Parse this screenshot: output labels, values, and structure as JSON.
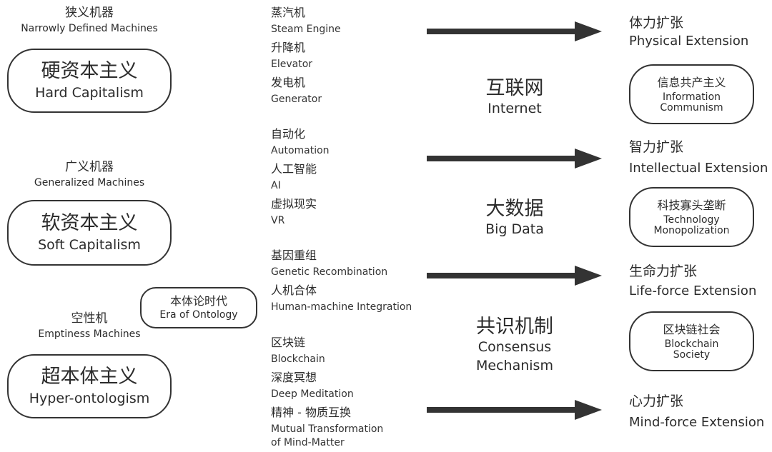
{
  "left": {
    "narrow": {
      "zh": "狭义机器",
      "en": "Narrowly Defined Machines",
      "pill_zh": "硬资本主义",
      "pill_en": "Hard Capitalism"
    },
    "general": {
      "zh": "广义机器",
      "en": "Generalized Machines",
      "pill_zh": "软资本主义",
      "pill_en": "Soft Capitalism"
    },
    "emptiness": {
      "zh": "空性机",
      "en": "Emptiness Machines",
      "pill_zh": "超本体主义",
      "pill_en": "Hyper-ontologism"
    },
    "era": {
      "zh": "本体论时代",
      "en": "Era of Ontology"
    }
  },
  "tech": [
    {
      "zh": "蒸汽机",
      "en": "Steam Engine"
    },
    {
      "zh": "升降机",
      "en": "Elevator"
    },
    {
      "zh": "发电机",
      "en": "Generator"
    },
    {
      "zh": "自动化",
      "en": "Automation"
    },
    {
      "zh": "人工智能",
      "en": "AI"
    },
    {
      "zh": "虚拟现实",
      "en": "VR"
    },
    {
      "zh": "基因重组",
      "en": "Genetic Recombination"
    },
    {
      "zh": "人机合体",
      "en": "Human-machine Integration"
    },
    {
      "zh": "区块链",
      "en": "Blockchain"
    },
    {
      "zh": "深度冥想",
      "en": "Deep Meditation"
    },
    {
      "zh": "精神 - 物质互换",
      "en1": "Mutual Transformation",
      "en2": "of Mind-Matter"
    }
  ],
  "middle": [
    {
      "zh": "互联网",
      "en": "Internet"
    },
    {
      "zh": "大数据",
      "en": "Big Data"
    },
    {
      "zh": "共识机制",
      "en1": "Consensus",
      "en2": "Mechanism"
    }
  ],
  "extensions": [
    {
      "zh": "体力扩张",
      "en": "Physical Extension"
    },
    {
      "zh": "智力扩张",
      "en": "Intellectual Extension"
    },
    {
      "zh": "生命力扩张",
      "en": "Life-force Extension"
    },
    {
      "zh": "心力扩张",
      "en": "Mind-force Extension"
    }
  ],
  "societies": [
    {
      "zh": "信息共产主义",
      "en1": "Information",
      "en2": "Communism"
    },
    {
      "zh": "科技寡头垄断",
      "en1": "Technology",
      "en2": "Monopolization"
    },
    {
      "zh": "区块链社会",
      "en1": "Blockchain",
      "en2": "Society"
    }
  ],
  "colors": {
    "ink": "#2b2b2b",
    "arrow": "#333333",
    "outline": "#333333"
  }
}
